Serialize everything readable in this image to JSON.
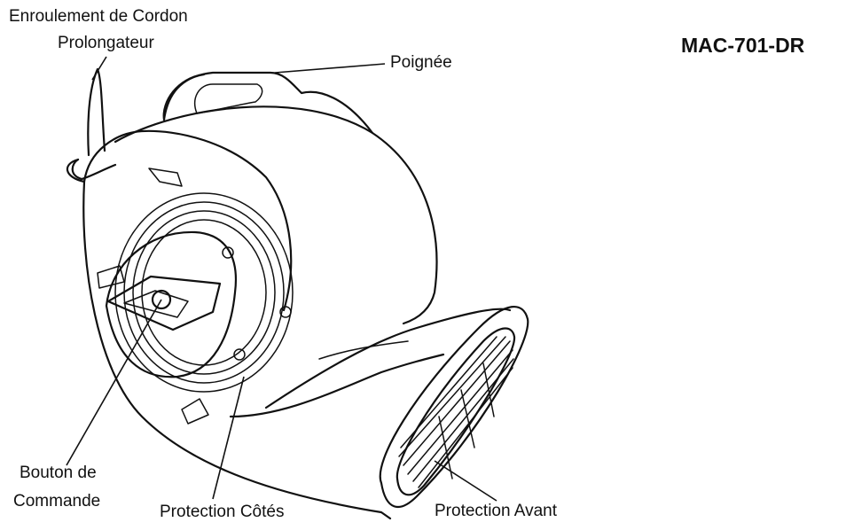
{
  "title": "MAC-701-DR",
  "labels": {
    "cord_line1": "Enroulement de Cordon",
    "cord_line2": "Prolongateur",
    "handle": "Poignée",
    "control_line1": "Bouton de",
    "control_line2": "Commande",
    "side_guard": "Protection Côtés",
    "front_guard": "Protection Avant"
  }
}
